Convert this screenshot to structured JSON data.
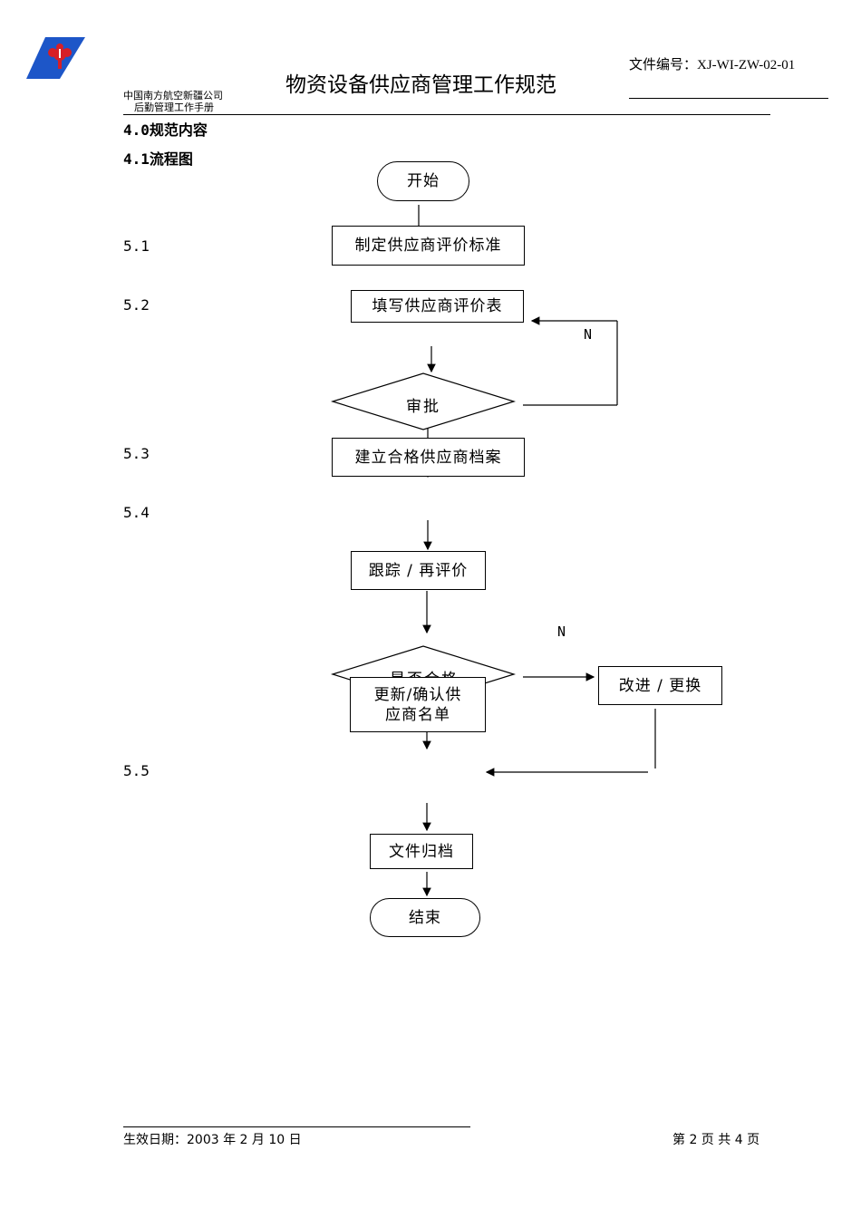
{
  "header": {
    "company_line1": "中国南方航空新疆公司",
    "company_line2": "后勤管理工作手册",
    "title": "物资设备供应商管理工作规范",
    "doc_number": "文件编号：XJ-WI-ZW-02-01"
  },
  "sections": {
    "s40": "4.0规范内容",
    "s41": "4.1流程图"
  },
  "steps": {
    "s51": "5.1",
    "s52": "5.2",
    "s53": "5.3",
    "s54": "5.4",
    "s55": "5.5"
  },
  "flowchart": {
    "start": "开始",
    "define_criteria": "制定供应商评价标准",
    "fill_form": "填写供应商评价表",
    "approve": "审批",
    "build_archive": "建立合格供应商档案",
    "track": "跟踪 / 再评价",
    "qualified": "是否合格",
    "update_list_1": "更新/确认供",
    "update_list_2": "应商名单",
    "improve": "改进 / 更换",
    "file_archive": "文件归档",
    "end": "结束",
    "n_label_1": "N",
    "n_label_2": "N"
  },
  "footer": {
    "effective_date": "生效日期：2003 年 2 月 10 日",
    "page_info": "第 2 页  共 4 页"
  },
  "colors": {
    "logo_blue": "#1d56c8",
    "logo_red": "#d71f26",
    "line": "#000000"
  }
}
